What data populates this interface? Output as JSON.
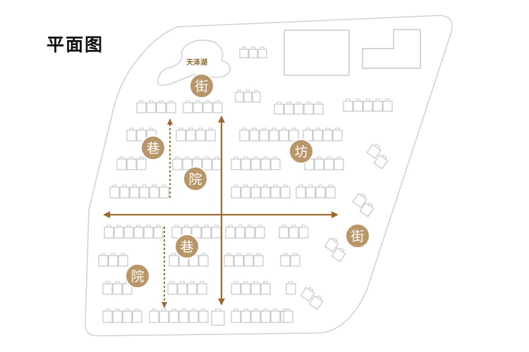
{
  "title": "平面图",
  "lake_label": "天泽湖",
  "colors": {
    "accent": "#b8966a",
    "arrow": "#9a6a2e",
    "outline": "#d2d2d2",
    "building_stroke": "#c6c6c6",
    "title": "#111111"
  },
  "badges": {
    "jie_top": "街",
    "xiang_left": "巷",
    "fang": "坊",
    "yuan_upper": "院",
    "xiang_lower": "巷",
    "jie_right": "街",
    "yuan_lower": "院"
  }
}
